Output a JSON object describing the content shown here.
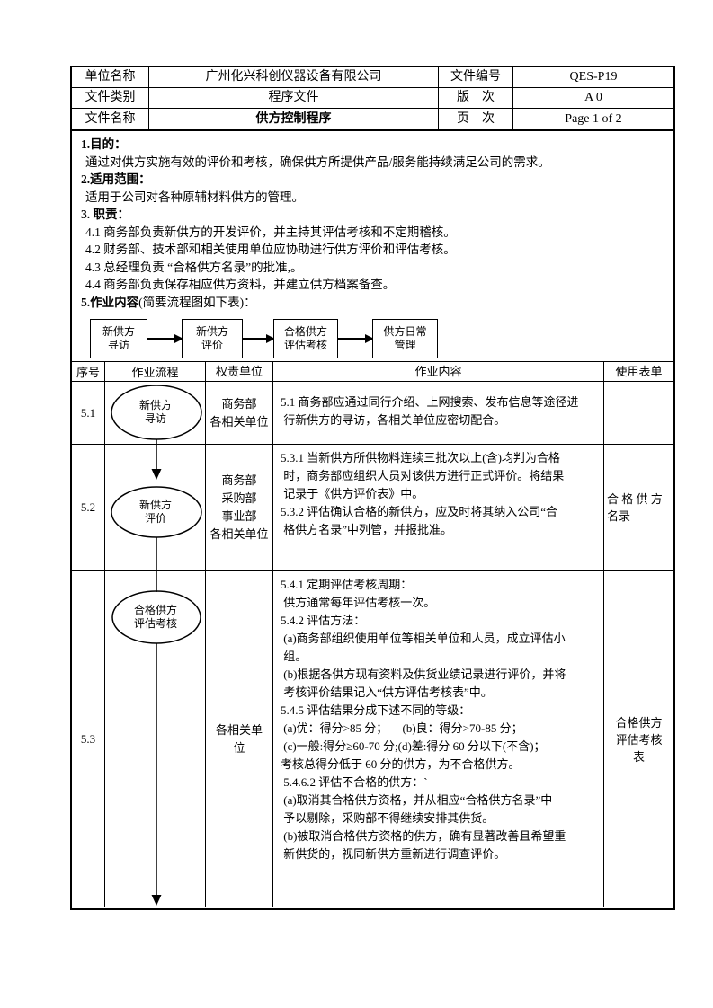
{
  "header_table": {
    "rows": [
      {
        "label": "单位名称",
        "value": "广州化兴科创仪器设备有限公司",
        "label2": "文件编号",
        "value2": "QES-P19"
      },
      {
        "label": "文件类别",
        "value": "程序文件",
        "label2": "版　次",
        "value2": "A 0"
      },
      {
        "label": "文件名称",
        "value": "供方控制程序",
        "label2": "页　次",
        "value2": "Page 1 of 2"
      }
    ]
  },
  "body": {
    "s1_heading": "1.目的：",
    "s1_text": "通过对供方实施有效的评价和考核，确保供方所提供产品/服务能持续满足公司的需求。",
    "s2_heading": "2.适用范围：",
    "s2_text": "适用于公司对各种原辅材料供方的管理。",
    "s3_heading": "3. 职责：",
    "s3_items": [
      "4.1 商务部负责新供方的开发评价，并主持其评估考核和不定期稽核。",
      "4.2 财务部、技术部和相关使用单位应协助进行供方评价和评估考核。",
      "4.3 总经理负责 “合格供方名录”的批准,。",
      "4.4 商务部负责保存相应供方资料，并建立供方档案备查。"
    ],
    "s5_heading": "5.作业内容",
    "s5_suffix": "(简要流程图如下表)："
  },
  "flowchart": {
    "boxes": [
      [
        "新供方",
        "寻访"
      ],
      [
        "新供方",
        "评价"
      ],
      [
        "合格供方",
        "评估考核"
      ],
      [
        "供方日常",
        "管理"
      ]
    ]
  },
  "flow_table": {
    "headers": [
      "序号",
      "作业流程",
      "权责单位",
      "作业内容",
      "使用表单"
    ],
    "rows": [
      {
        "no": "5.1",
        "shape": [
          "新供方",
          "寻访"
        ],
        "unit_lines": [
          "商务部",
          "各相关单位"
        ],
        "content_lines": [
          "5.1 商务部应通过同行介绍、上网搜索、发布信息等途径进",
          " 行新供方的寻访，各相关单位应密切配合。"
        ],
        "form_lines": []
      },
      {
        "no": "5.2",
        "shape": [
          "新供方",
          "评价"
        ],
        "unit_lines": [
          "商务部",
          "采购部",
          "事业部",
          "各相关单位"
        ],
        "content_lines": [
          "5.3.1 当新供方所供物料连续三批次以上(含)均判为合格",
          " 时，商务部应组织人员对该供方进行正式评价。将结果",
          " 记录于《供方评价表》中。",
          "5.3.2 评估确认合格的新供方，应及时将其纳入公司“合",
          " 格供方名录”中列管，并报批准。"
        ],
        "form_lines": [
          "合 格 供 方",
          "名录"
        ]
      },
      {
        "no": "5.3",
        "shape": [
          "合格供方",
          "评估考核"
        ],
        "unit_lines": [
          "各相关单",
          "位"
        ],
        "content_lines": [
          "5.4.1 定期评估考核周期：",
          " 供方通常每年评估考核一次。",
          "5.4.2 评估方法：",
          " (a)商务部组织使用单位等相关单位和人员，成立评估小",
          " 组。",
          " (b)根据各供方现有资料及供货业绩记录进行评价，并将",
          " 考核评价结果记入“供方评估考核表”中。",
          "5.4.5 评估结果分成下述不同的等级：",
          " (a)优：得分>85 分；     (b)良：得分>70-85 分；",
          " (c)一般:得分≥60-70 分;(d)差:得分 60 分以下(不含)；",
          "考核总得分低于 60 分的供方，为不合格供方。",
          " 5.4.6.2 评估不合格的供方：`",
          " (a)取消其合格供方资格，并从相应“合格供方名录”中",
          " 予以剔除，采购部不得继续安排其供货。",
          " (b)被取消合格供方资格的供方，确有显著改善且希望重",
          " 新供货的，视同新供方重新进行调查评价。"
        ],
        "form_lines": [
          "合格供方",
          "评估考核",
          "表"
        ]
      }
    ]
  }
}
